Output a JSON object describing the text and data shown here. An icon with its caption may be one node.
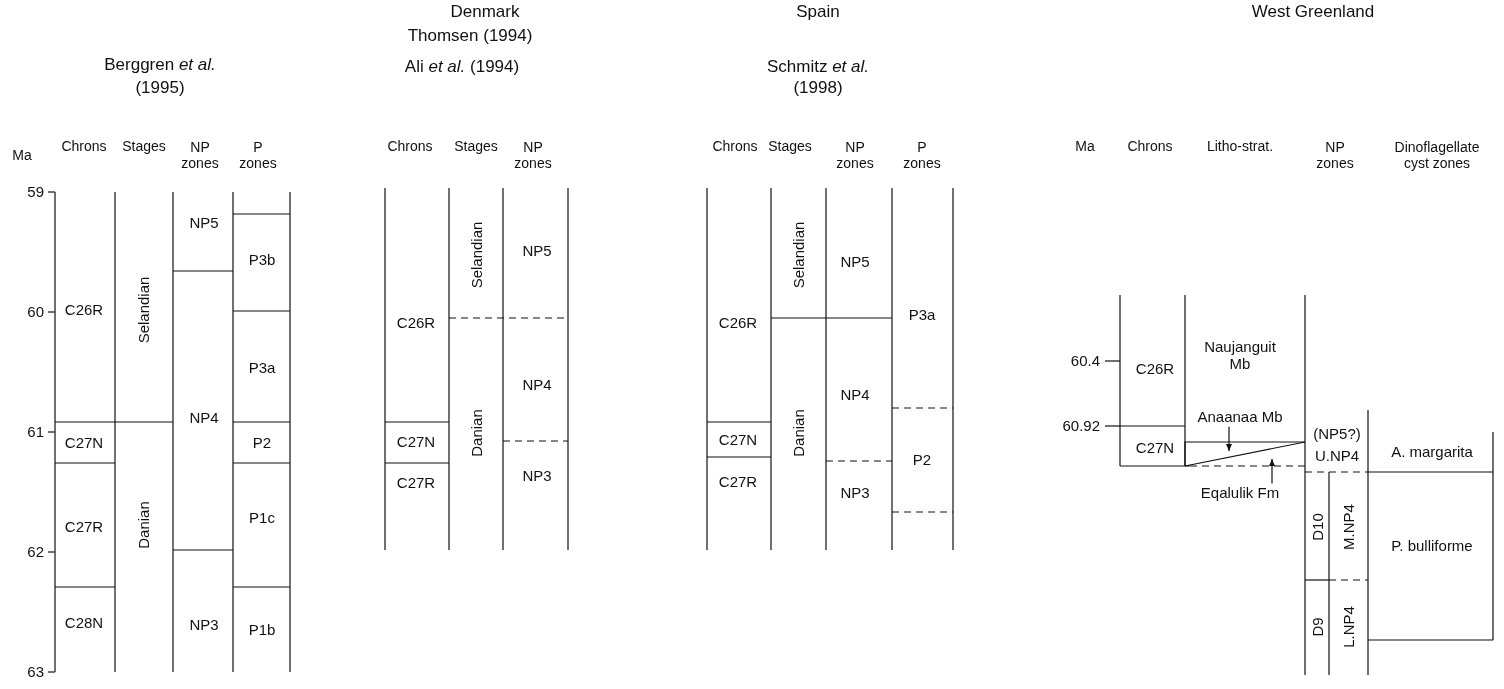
{
  "diagram": {
    "nodes": [
      {
        "text": [
          "Anaanaa Mb"
        ]
      },
      {
        "text": [
          "Eqalulik Fm"
        ]
      },
      {
        "text": [],
        "shape": "triangle"
      },
      {
        "text": [],
        "shape": "triangle"
      }
    ],
    "edges": [
      {
        "from": 0,
        "to": 2,
        "arrow": "to"
      },
      {
        "from": 1,
        "to": 3,
        "arrow": "to"
      }
    ],
    "labels": [
      "Denmark",
      "Spain",
      "West Greenland",
      "Thomsen (1994)",
      "Berggren *et al.*",
      "Ali *et al.* (1994)",
      "Schmitz *et al.*",
      "(1995)",
      "(1998)",
      "Ma",
      "Chrons",
      "Stages",
      "NP zones",
      "P zones",
      "Chrons",
      "Stages",
      "NP zones",
      "Chrons",
      "Stages",
      "NP zones",
      "P zones",
      "Ma",
      "Chrons",
      "Litho-strat.",
      "NP zones",
      "Dinoflagellate cyst zones",
      "59",
      "NP5",
      "P3b",
      "60",
      "C26R",
      "Selandian",
      "P3a",
      "61",
      "NP4",
      "C27N",
      "P2",
      "C27R",
      "P1c",
      "62",
      "Danian",
      "NP3",
      "P1b",
      "C28N",
      "63",
      "Selandian",
      "NP5",
      "C26R",
      "NP4",
      "C27N",
      "Danian",
      "C27R",
      "NP3",
      "Selandian",
      "NP5",
      "C26R",
      "P3a",
      "NP4",
      "Danian",
      "C27N",
      "P2",
      "C27R",
      "NP3",
      "Naujanguit Mb",
      "60.4",
      "C26R",
      "60.92",
      "(NP5?)",
      "C27N",
      "U.NP4",
      "A. margarita",
      "D10",
      "M.NP4",
      "P. bulliforme",
      "D9",
      "L.NP4"
    ]
  }
}
